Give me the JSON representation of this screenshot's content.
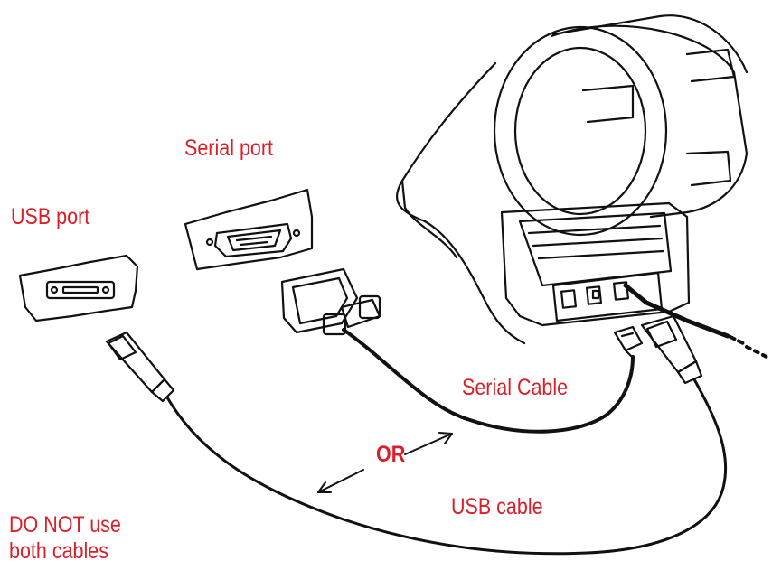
{
  "labels": {
    "serial_port": "Serial port",
    "usb_port": "USB port",
    "serial_cable": "Serial Cable",
    "or": "OR",
    "usb_cable": "USB cable",
    "warning_line1": "DO NOT use",
    "warning_line2": "both cables"
  },
  "colors": {
    "label": "#d9202a",
    "ink": "#111111",
    "background": "#ffffff"
  }
}
